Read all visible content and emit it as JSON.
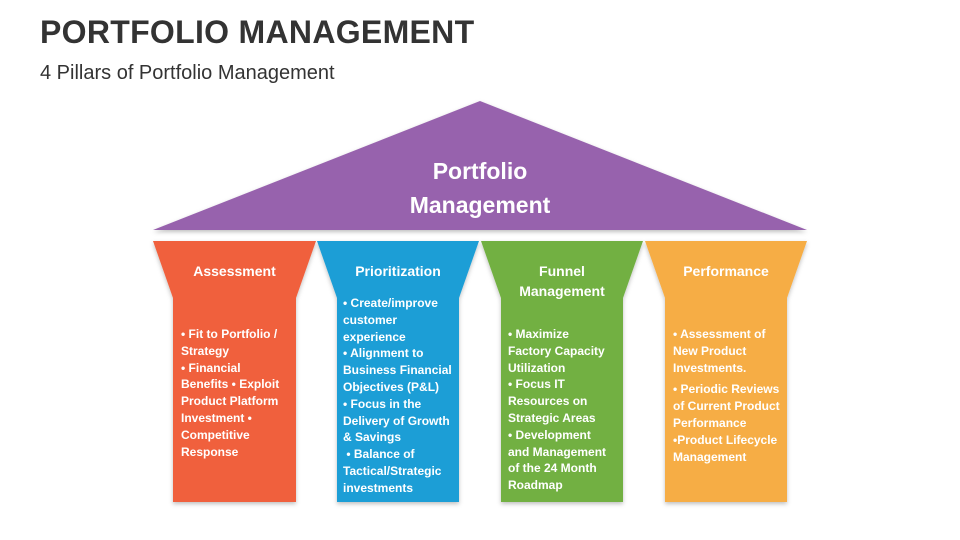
{
  "slide": {
    "title": "PORTFOLIO MANAGEMENT",
    "subtitle": "4 Pillars of Portfolio Management"
  },
  "roof": {
    "label_line1": "Portfolio",
    "label_line2": "Management",
    "color": "#9762ad"
  },
  "pillars": [
    {
      "title": "Assessment",
      "color": "#f0603c",
      "lines": [
        "• Fit to Portfolio /",
        "Strategy",
        "• Financial",
        "Benefits • Exploit",
        "Product Platform",
        "Investment •",
        "Competitive",
        "Response"
      ]
    },
    {
      "title": "Prioritization",
      "color": "#1b9ed6",
      "lines": [
        "• Create/improve",
        "customer",
        "experience",
        "• Alignment to",
        "Business Financial",
        "Objectives (P&L)",
        "• Focus in the",
        "Delivery of Growth",
        "& Savings",
        " • Balance of",
        "Tactical/Strategic",
        "investments"
      ]
    },
    {
      "title_line1": "Funnel",
      "title_line2": "Management",
      "color": "#72b043",
      "lines": [
        "• Maximize",
        "Factory Capacity",
        "Utilization",
        "• Focus IT",
        "Resources on",
        "Strategic Areas",
        "• Development",
        "and Management",
        "of the 24 Month",
        "Roadmap"
      ]
    },
    {
      "title": "Performance",
      "color": "#f6ad45",
      "lines": [
        "• Assessment of",
        "New Product",
        "Investments.",
        "• Periodic Reviews",
        "of Current Product",
        "Performance",
        "•Product Lifecycle",
        "Management"
      ]
    }
  ]
}
